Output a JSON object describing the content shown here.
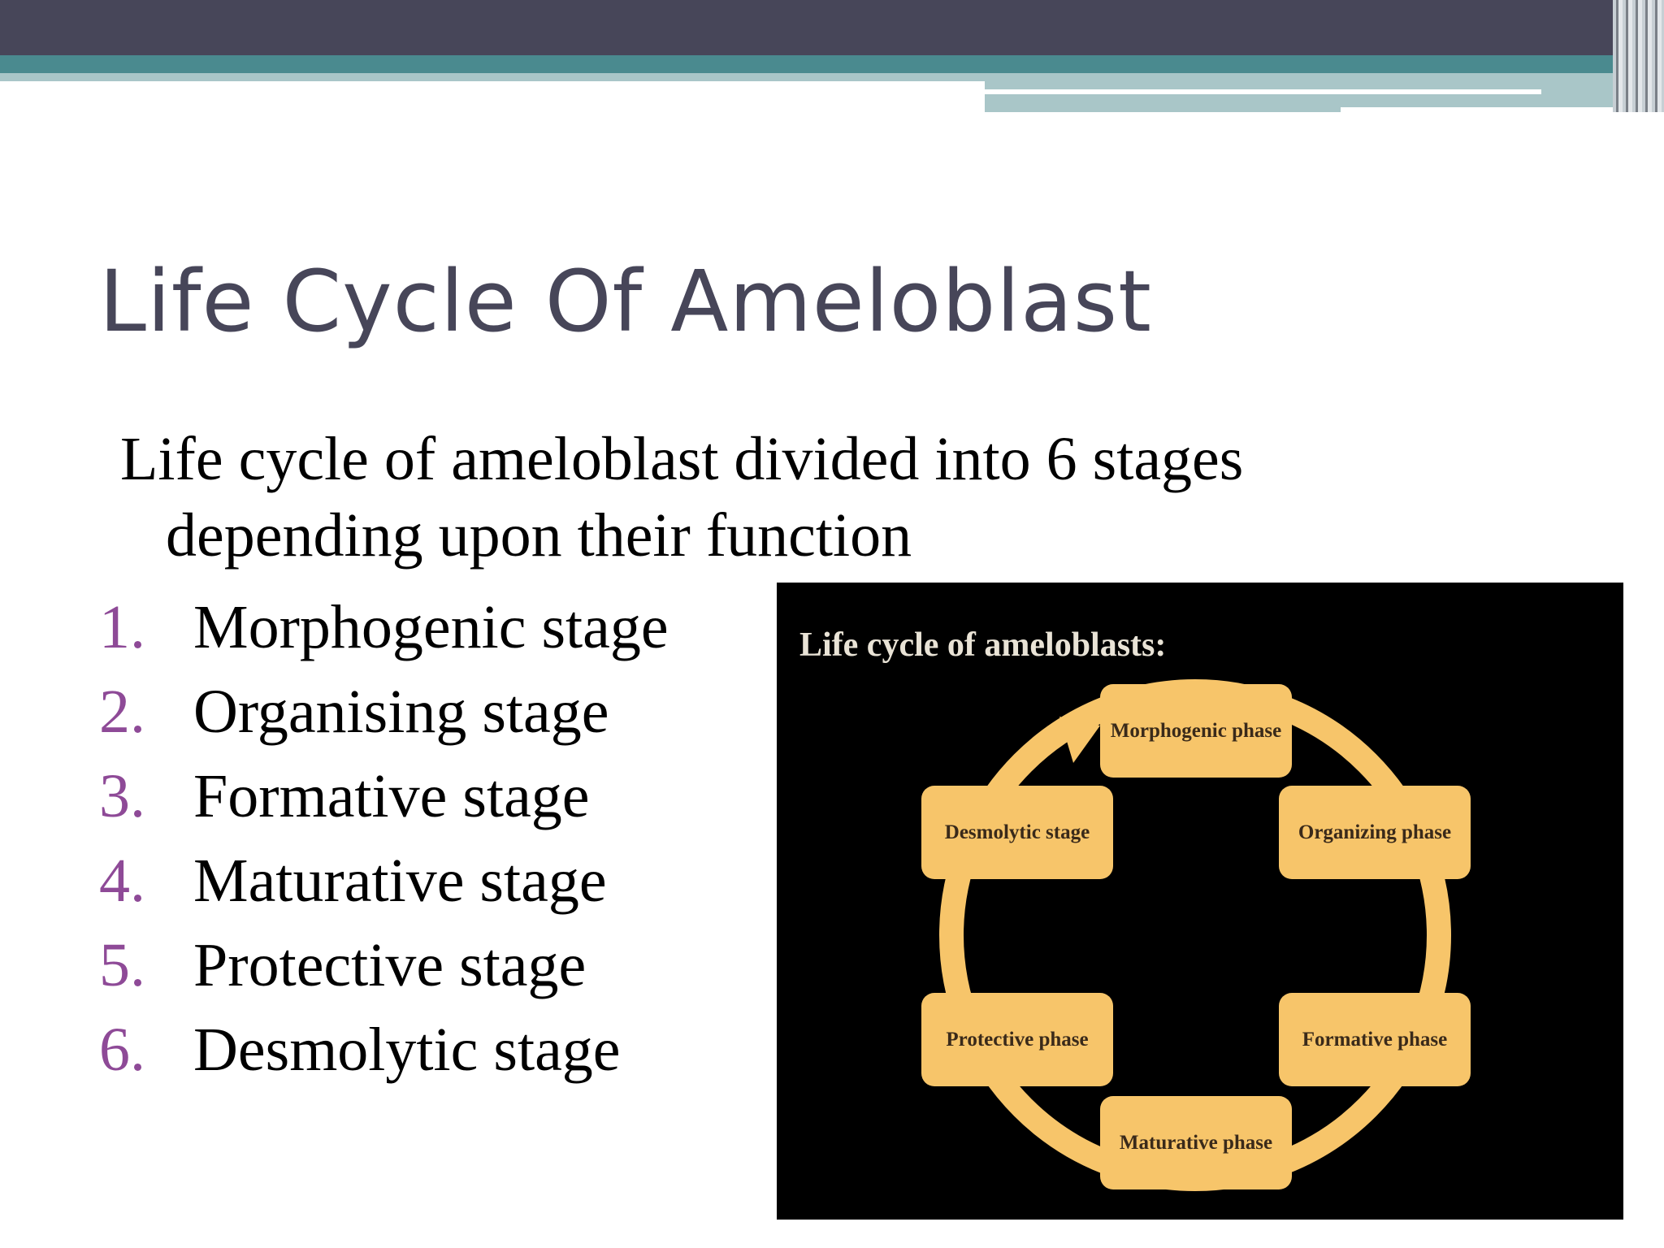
{
  "slide": {
    "title": "Life Cycle Of Ameloblast",
    "intro": "Life cycle of ameloblast divided into 6 stages depending upon their function",
    "stages": [
      {
        "num": "1.",
        "label": "Morphogenic stage"
      },
      {
        "num": "2.",
        "label": "Organising stage"
      },
      {
        "num": "3.",
        "label": "Formative stage"
      },
      {
        "num": "4.",
        "label": "Maturative stage"
      },
      {
        "num": "5.",
        "label": "Protective stage"
      },
      {
        "num": "6.",
        "label": "Desmolytic stage"
      }
    ]
  },
  "figure": {
    "title": "Life cycle of ameloblasts:",
    "phases": {
      "morphogenic": "Morphogenic phase",
      "organizing": "Organizing phase",
      "formative": "Formative phase",
      "maturative": "Maturative phase",
      "protective": "Protective phase",
      "desmolytic": "Desmolytic stage"
    },
    "colors": {
      "box": "#f7c56a",
      "background": "#000000"
    }
  },
  "colors": {
    "title": "#474659",
    "numbers": "#8e4a97",
    "header_dark": "#474659",
    "header_teal": "#4a8a8f"
  }
}
